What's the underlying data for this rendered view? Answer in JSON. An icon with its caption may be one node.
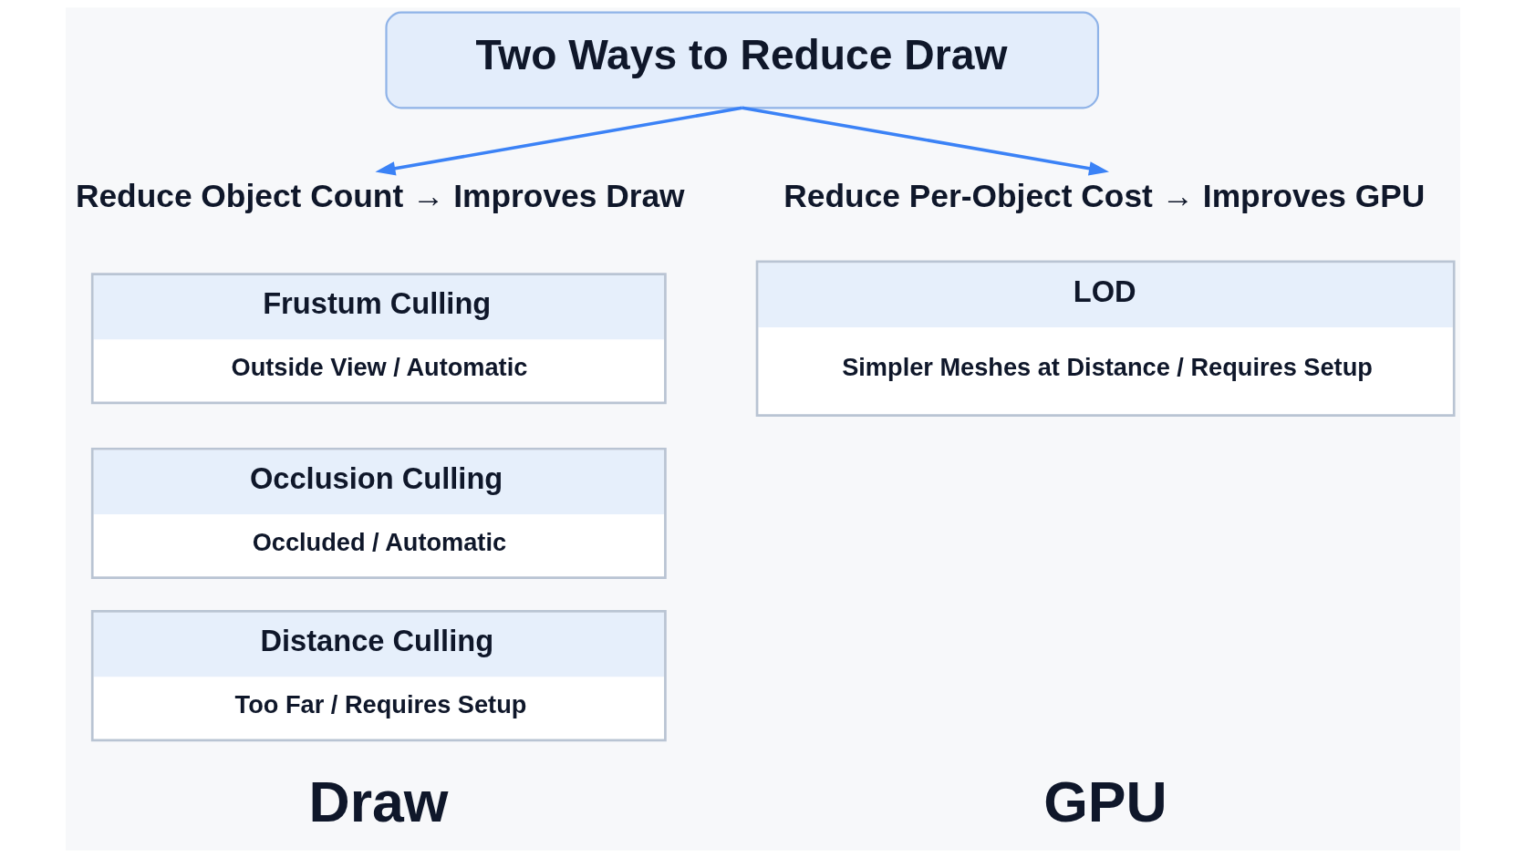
{
  "diagram": {
    "nodes": [
      {
        "text": [
          "Two Ways to Reduce Draw"
        ]
      },
      {
        "text": [
          "Reduce Object Count → Improves Draw"
        ]
      },
      {
        "text": [
          "Reduce Per-Object Cost → Improves GPU"
        ]
      },
      {
        "text": [
          "Frustum Culling",
          "Outside View / Automatic"
        ]
      },
      {
        "text": [
          "Occlusion Culling",
          "Occluded / Automatic"
        ]
      },
      {
        "text": [
          "Distance Culling",
          "Too Far / Requires Setup"
        ]
      },
      {
        "text": [
          "LOD",
          "Simpler Meshes at Distance / Requires Setup"
        ]
      }
    ],
    "edges": [
      {
        "from": 0,
        "to": 1,
        "arrow": "to"
      },
      {
        "from": 0,
        "to": 2,
        "arrow": "to"
      }
    ],
    "labels": [
      "Draw",
      "GPU"
    ]
  }
}
